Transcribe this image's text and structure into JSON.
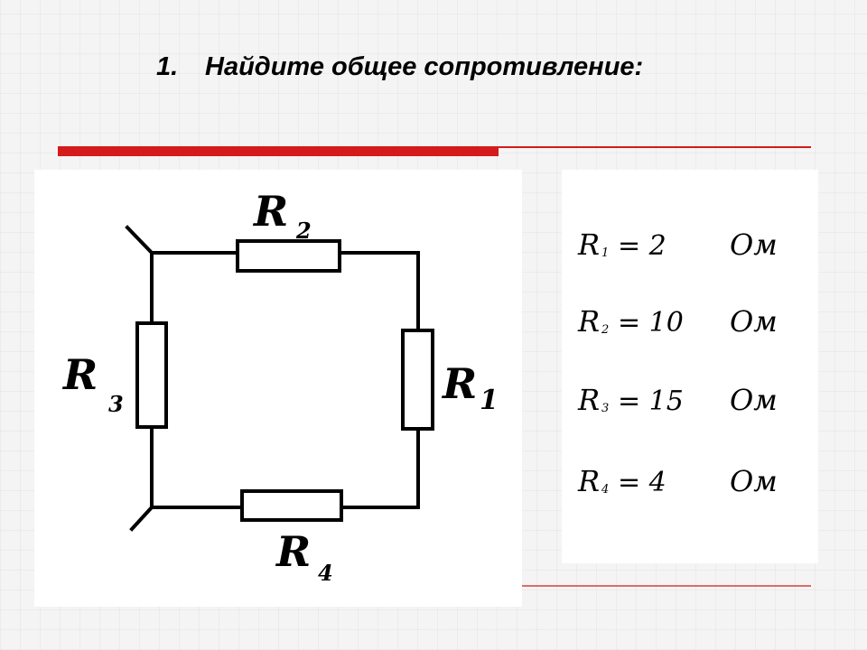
{
  "title": {
    "number": "1.",
    "text": "Найдите общее сопротивление:"
  },
  "colors": {
    "accent": "#d41a1a",
    "wire": "#000000"
  },
  "diagram": {
    "resistors": [
      {
        "id": "R2",
        "letter": "R",
        "subscript": "2"
      },
      {
        "id": "R3",
        "letter": "R",
        "subscript": "3"
      },
      {
        "id": "R1",
        "letter": "R",
        "subscript": "1"
      },
      {
        "id": "R4",
        "letter": "R",
        "subscript": "4"
      }
    ]
  },
  "values": [
    {
      "letter": "R",
      "subscript": "1",
      "eq": "= 2",
      "unit": "Ом"
    },
    {
      "letter": "R",
      "subscript": "2",
      "eq": "= 10",
      "unit": "Ом"
    },
    {
      "letter": "R",
      "subscript": "3",
      "eq": "= 15",
      "unit": "Ом"
    },
    {
      "letter": "R",
      "subscript": "4",
      "eq": "= 4",
      "unit": "Ом"
    }
  ]
}
